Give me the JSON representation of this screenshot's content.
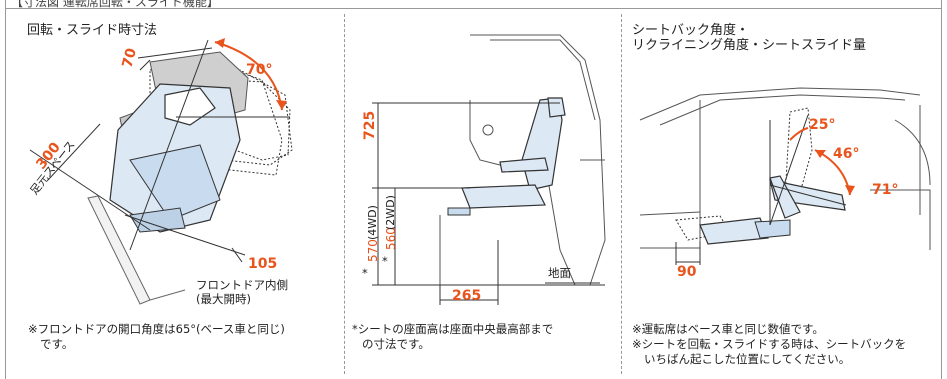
{
  "header": {
    "partial_text": "【寸法図 運転席回転・スライド機能】"
  },
  "panel1": {
    "title": "回転・スライド時寸法",
    "dim_70": "70",
    "angle_70": "70°",
    "foot_space_label": "足元スペース",
    "dim_300": "300",
    "dim_105": "105",
    "door_label_line1": "フロントドア内側",
    "door_label_line2": "(最大開時)",
    "note_line1": "※フロントドアの開口角度は65°(ベース車と同じ)",
    "note_line2": "です。"
  },
  "panel2": {
    "dim_725": "725",
    "dim_570": "570",
    "dim_570_suffix": "(4WD)",
    "dim_560": "560",
    "dim_560_suffix": "(2WD)",
    "asterisk": "*",
    "ground_label": "地面",
    "dim_265": "265",
    "note_line1": "*シートの座面高は座面中央最高部まで",
    "note_line2": "の寸法です。"
  },
  "panel3": {
    "title_line1": "シートバック角度・",
    "title_line2": "リクライニング角度・シートスライド量",
    "angle_25": "25°",
    "angle_46": "46°",
    "angle_71": "71°",
    "dim_90": "90",
    "note_line1": "※運転席はベース車と同じ数値です。",
    "note_line2": "※シートを回転・スライドする時は、シートバックを",
    "note_line3": "いちばん起こした位置にしてください。"
  },
  "colors": {
    "accent": "#e8541c",
    "seat_fill": "#dce8f4",
    "line": "#333333",
    "shadow": "#c8c8c8"
  }
}
